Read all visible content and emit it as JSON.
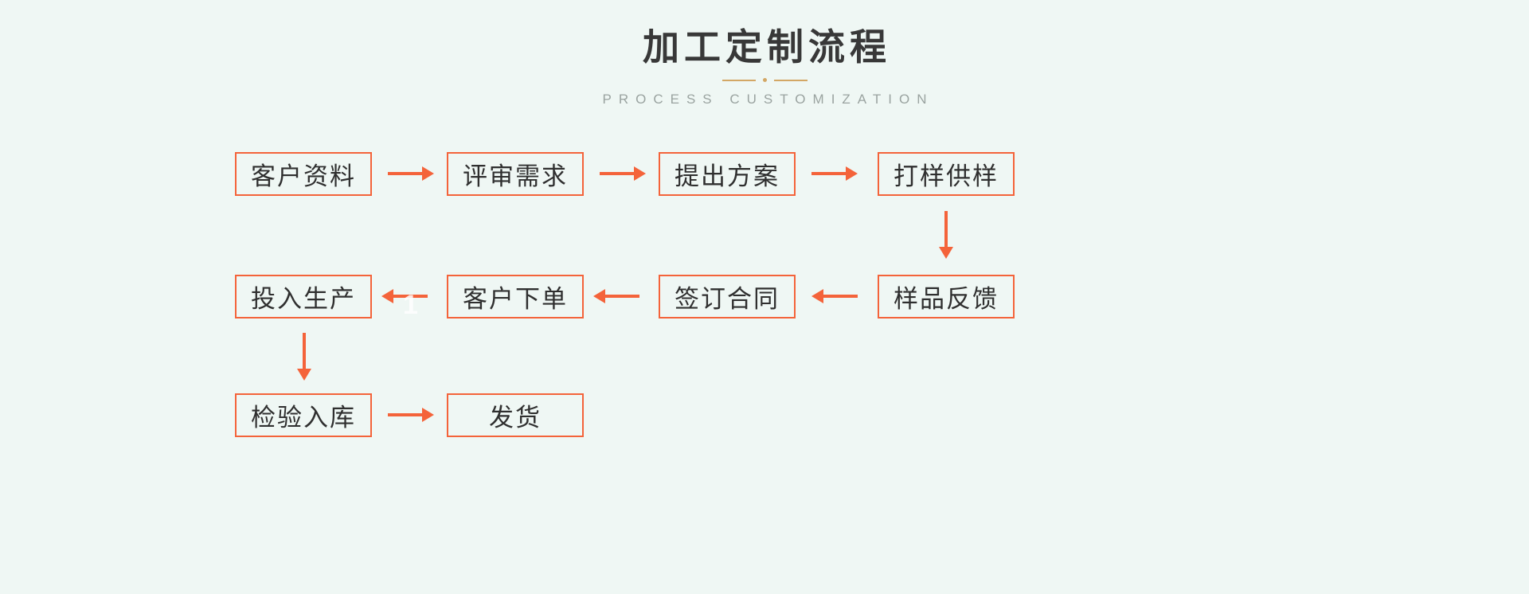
{
  "header": {
    "title": "加工定制流程",
    "subtitle": "PROCESS CUSTOMIZATION",
    "divider_color": "#d3a765",
    "title_color": "#383838",
    "subtitle_color": "#9aa3a0"
  },
  "theme": {
    "background": "#eff7f4",
    "accent": "#f4633a",
    "node_text": "#2f2f2f"
  },
  "watermark": {
    "text": "1"
  },
  "chart_data": {
    "type": "diagram",
    "title": "加工定制流程",
    "subtitle": "PROCESS CUSTOMIZATION",
    "layout": "serpentine-flowchart",
    "rows": [
      {
        "direction": "right",
        "nodes": [
          "客户资料",
          "评审需求",
          "提出方案",
          "打样供样"
        ]
      },
      {
        "direction": "left",
        "nodes": [
          "样品反馈",
          "签订合同",
          "客户下单",
          "投入生产"
        ]
      },
      {
        "direction": "right",
        "nodes": [
          "检验入库",
          "发货"
        ]
      }
    ],
    "sequence": [
      "客户资料",
      "评审需求",
      "提出方案",
      "打样供样",
      "样品反馈",
      "签订合同",
      "客户下单",
      "投入生产",
      "检验入库",
      "发货"
    ],
    "connectors": [
      {
        "from": "客户资料",
        "to": "评审需求",
        "type": "arrow-right"
      },
      {
        "from": "评审需求",
        "to": "提出方案",
        "type": "arrow-right"
      },
      {
        "from": "提出方案",
        "to": "打样供样",
        "type": "arrow-right"
      },
      {
        "from": "打样供样",
        "to": "样品反馈",
        "type": "arrow-down"
      },
      {
        "from": "样品反馈",
        "to": "签订合同",
        "type": "arrow-left"
      },
      {
        "from": "签订合同",
        "to": "客户下单",
        "type": "arrow-left"
      },
      {
        "from": "客户下单",
        "to": "投入生产",
        "type": "arrow-left"
      },
      {
        "from": "投入生产",
        "to": "检验入库",
        "type": "arrow-down"
      },
      {
        "from": "检验入库",
        "to": "发货",
        "type": "arrow-right"
      }
    ],
    "nodes": {
      "n1": "客户资料",
      "n2": "评审需求",
      "n3": "提出方案",
      "n4": "打样供样",
      "n5": "样品反馈",
      "n6": "签订合同",
      "n7": "客户下单",
      "n8": "投入生产",
      "n9": "检验入库",
      "n10": "发货"
    }
  }
}
